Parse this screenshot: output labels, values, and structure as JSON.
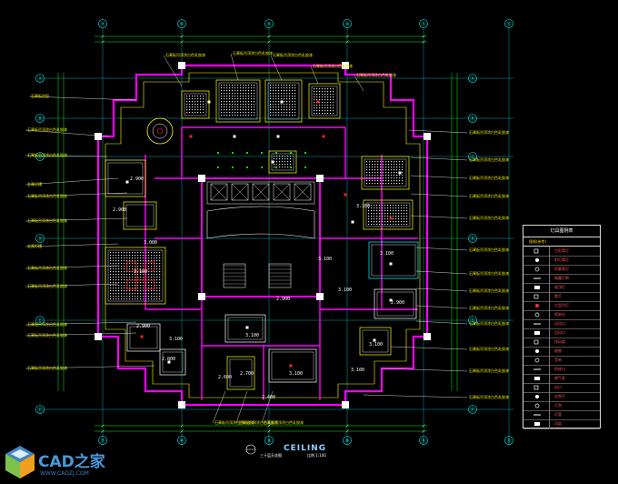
{
  "drawing": {
    "title": "CEILING",
    "subtitle": "三十层天花图",
    "scale": "比例 1:100",
    "colors": {
      "background": "#000000",
      "wall": "#ff00ff",
      "yellow": "#ffff00",
      "cyan": "#00ffff",
      "white": "#ffffff",
      "red": "#ff2020",
      "green": "#00ff00"
    }
  },
  "grid_axes": {
    "top": [
      "⑦",
      "⑧",
      "⑨",
      "⑩",
      "⑪",
      "⑫"
    ],
    "left": [
      "Ⓐ",
      "Ⓑ",
      "Ⓒ",
      "Ⓓ",
      "Ⓔ",
      "Ⓕ"
    ],
    "right": [
      "Ⓐ",
      "Ⓑ",
      "Ⓒ",
      "Ⓓ",
      "Ⓔ",
      "Ⓕ"
    ],
    "bottom": [
      "⑦",
      "⑧",
      "⑨",
      "⑩",
      "⑪",
      "⑫"
    ]
  },
  "annotations_left": [
    "石膏板造型",
    "石膏板吊顶涂白色乳胶漆",
    "石膏板吊顶涂白色乳胶漆",
    "金属灯槽",
    "石膏板吊顶涂白色乳胶漆",
    "石膏板吊顶涂白色乳胶漆",
    "金属灯槽",
    "石膏板吊顶涂白色乳胶漆",
    "石膏板吊顶涂白色乳胶漆",
    "石膏板吊顶涂白色乳胶漆",
    "石膏板吊顶涂白色乳胶漆",
    "石膏板吊顶涂白色乳胶漆"
  ],
  "annotations_right": [
    "石膏板吊顶涂白色乳胶漆",
    "石膏板吊顶涂白色乳胶漆",
    "石膏板吊顶涂白色乳胶漆",
    "石膏板吊顶涂白色乳胶漆",
    "石膏板吊顶涂白色乳胶漆",
    "石膏板吊顶涂白色乳胶漆",
    "石膏板吊顶涂白色乳胶漆",
    "石膏板吊顶涂白色乳胶漆",
    "石膏板吊顶涂白色乳胶漆",
    "石膏板吊顶涂白色乳胶漆",
    "石膏板吊顶涂白色乳胶漆",
    "石膏板吊顶涂白色乳胶漆",
    "石膏板吊顶涂白色乳胶漆"
  ],
  "annotations_top": [
    "石膏板吊顶涂白色乳胶漆",
    "石膏板吊顶涂白色乳胶漆",
    "石膏板吊顶涂白色乳胶漆",
    "石膏板吊顶涂白色乳胶漆",
    "石膏板吊顶涂白色乳胶漆"
  ],
  "annotations_bottom": [
    "石膏板吊顶涂白色乳胶漆",
    "石膏板吊顶涂白色乳胶漆",
    "石膏板吊顶涂白色乳胶漆"
  ],
  "ceiling_heights": [
    "2.900",
    "2.900",
    "3.000",
    "3.100",
    "2.900",
    "3.100",
    "2.800",
    "3.100",
    "2.600",
    "3.100",
    "2.700",
    "3.100",
    "2.900",
    "3.100",
    "3.100",
    "2.400",
    "3.100",
    "3.100",
    "2.900",
    "3.100"
  ],
  "legend": {
    "title": "灯具图例表",
    "header": "规格(参考)",
    "items": [
      {
        "symbol": "square-light-icon",
        "label": "方形筒灯",
        "color": "#ffffff"
      },
      {
        "symbol": "spotlight-icon",
        "label": "射灯筒灯",
        "color": "#ffffff"
      },
      {
        "symbol": "downlight-icon",
        "label": "防雾筒灯",
        "color": "#ffffff"
      },
      {
        "symbol": "strip-light-icon",
        "label": "暗藏灯带",
        "color": "#ffffff"
      },
      {
        "symbol": "lamp-icon",
        "label": "吸顶灯",
        "color": "#ffffff"
      },
      {
        "symbol": "wall-lamp-icon",
        "label": "壁灯",
        "color": "#ffffff"
      },
      {
        "symbol": "chandelier-icon",
        "label": "大型吊灯",
        "color": "#ff3030"
      },
      {
        "symbol": "sprinkler-icon",
        "label": "喷淋头",
        "color": "#ffffff"
      },
      {
        "symbol": "vent-icon",
        "label": "出风口",
        "color": "#ffffff"
      },
      {
        "symbol": "return-vent-icon",
        "label": "回风口",
        "color": "#ffffff"
      },
      {
        "symbol": "exhaust-icon",
        "label": "排风扇",
        "color": "#ffffff"
      },
      {
        "symbol": "smoke-detector-icon",
        "label": "烟感",
        "color": "#ffffff"
      },
      {
        "symbol": "speaker-icon",
        "label": "音响",
        "color": "#ffffff"
      },
      {
        "symbol": "access-panel-icon",
        "label": "检修口",
        "color": "#ffffff"
      },
      {
        "symbol": "gas-icon",
        "label": "燃气表",
        "color": "#ffffff"
      },
      {
        "symbol": "exit-icon",
        "label": "出口",
        "color": "#ffffff"
      },
      {
        "symbol": "emergency-icon",
        "label": "应急灯",
        "color": "#ffffff"
      },
      {
        "symbol": "bulb-icon",
        "label": "灯泡",
        "color": "#ffffff"
      },
      {
        "symbol": "tube-icon",
        "label": "灯管",
        "color": "#ffffff"
      },
      {
        "symbol": "fan-icon",
        "label": "风扇",
        "color": "#ffffff"
      }
    ]
  },
  "watermark": {
    "brand": "CAD之家",
    "url": "WWW.CADZJ.COM"
  }
}
